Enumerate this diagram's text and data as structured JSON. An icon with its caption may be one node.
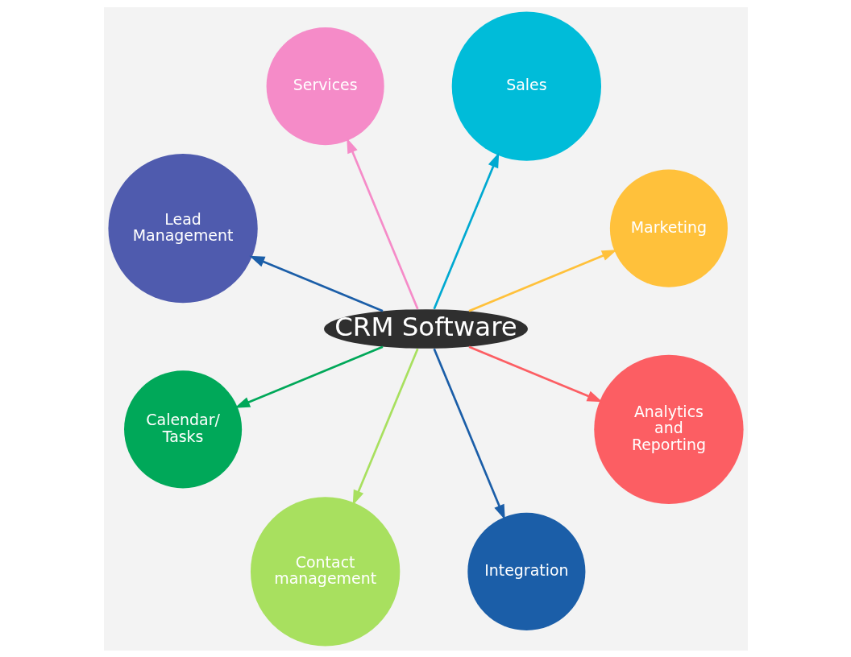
{
  "diagram": {
    "nodes": [
      {
        "text": [
          "CRM Software"
        ]
      },
      {
        "text": [
          "Marketing"
        ]
      },
      {
        "text": [
          "Sales"
        ]
      },
      {
        "text": [
          "Services"
        ]
      },
      {
        "text": [
          "Lead Management"
        ]
      },
      {
        "text": [
          "Calendar/ Tasks"
        ]
      },
      {
        "text": [
          "Contact management"
        ]
      },
      {
        "text": [
          "Integration"
        ]
      },
      {
        "text": [
          "Analytics and Reporting"
        ]
      }
    ],
    "edges": [
      {
        "from": 0,
        "to": 1,
        "arrow": "to",
        "color": "#ffc13b"
      },
      {
        "from": 0,
        "to": 2,
        "arrow": "to",
        "color": "#00a9d1"
      },
      {
        "from": 0,
        "to": 3,
        "arrow": "to",
        "color": "#f58bc8"
      },
      {
        "from": 0,
        "to": 4,
        "arrow": "to",
        "color": "#1b5ea8"
      },
      {
        "from": 0,
        "to": 5,
        "arrow": "to",
        "color": "#00a859"
      },
      {
        "from": 0,
        "to": 6,
        "arrow": "to",
        "color": "#a8e05f"
      },
      {
        "from": 0,
        "to": 7,
        "arrow": "to",
        "color": "#1b5ea8"
      },
      {
        "from": 0,
        "to": 8,
        "arrow": "to",
        "color": "#fc5e63"
      }
    ]
  }
}
